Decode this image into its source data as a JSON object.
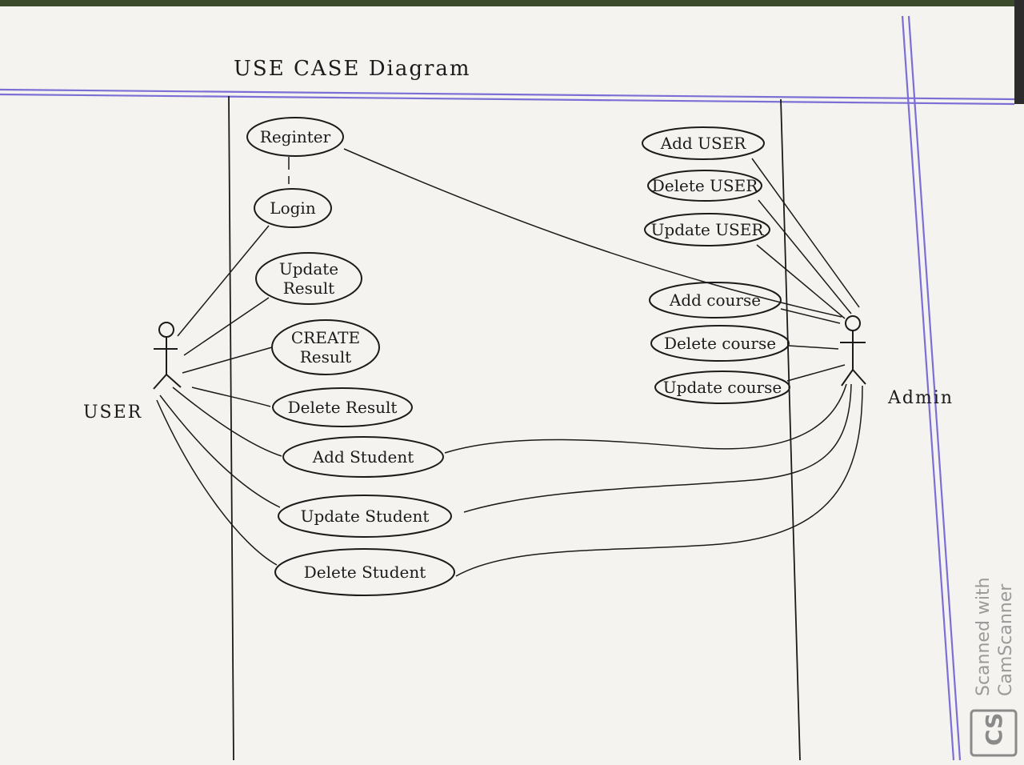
{
  "title": "USE CASE Diagram",
  "actors": {
    "user": "USER",
    "admin": "Admin"
  },
  "user_use_cases": [
    {
      "id": "register",
      "lines": [
        "Reginter"
      ]
    },
    {
      "id": "login",
      "lines": [
        "Login"
      ]
    },
    {
      "id": "update-result",
      "lines": [
        "Update",
        "Result"
      ]
    },
    {
      "id": "create-result",
      "lines": [
        "CREATE",
        "Result"
      ]
    },
    {
      "id": "delete-result",
      "lines": [
        "Delete Result"
      ]
    },
    {
      "id": "add-student",
      "lines": [
        "Add  Student"
      ]
    },
    {
      "id": "update-student",
      "lines": [
        "Update Student"
      ]
    },
    {
      "id": "delete-student",
      "lines": [
        "Delete Student"
      ]
    }
  ],
  "admin_use_cases": [
    {
      "id": "add-user",
      "lines": [
        "Add USER"
      ]
    },
    {
      "id": "delete-user",
      "lines": [
        "Delete USER"
      ]
    },
    {
      "id": "update-user",
      "lines": [
        "Update USER"
      ]
    },
    {
      "id": "add-course",
      "lines": [
        "Add course"
      ]
    },
    {
      "id": "delete-course",
      "lines": [
        "Delete course"
      ]
    },
    {
      "id": "update-course",
      "lines": [
        "Update course"
      ]
    }
  ],
  "watermark": {
    "badge": "CS",
    "line1": "Scanned with",
    "line2": "CamScanner"
  }
}
